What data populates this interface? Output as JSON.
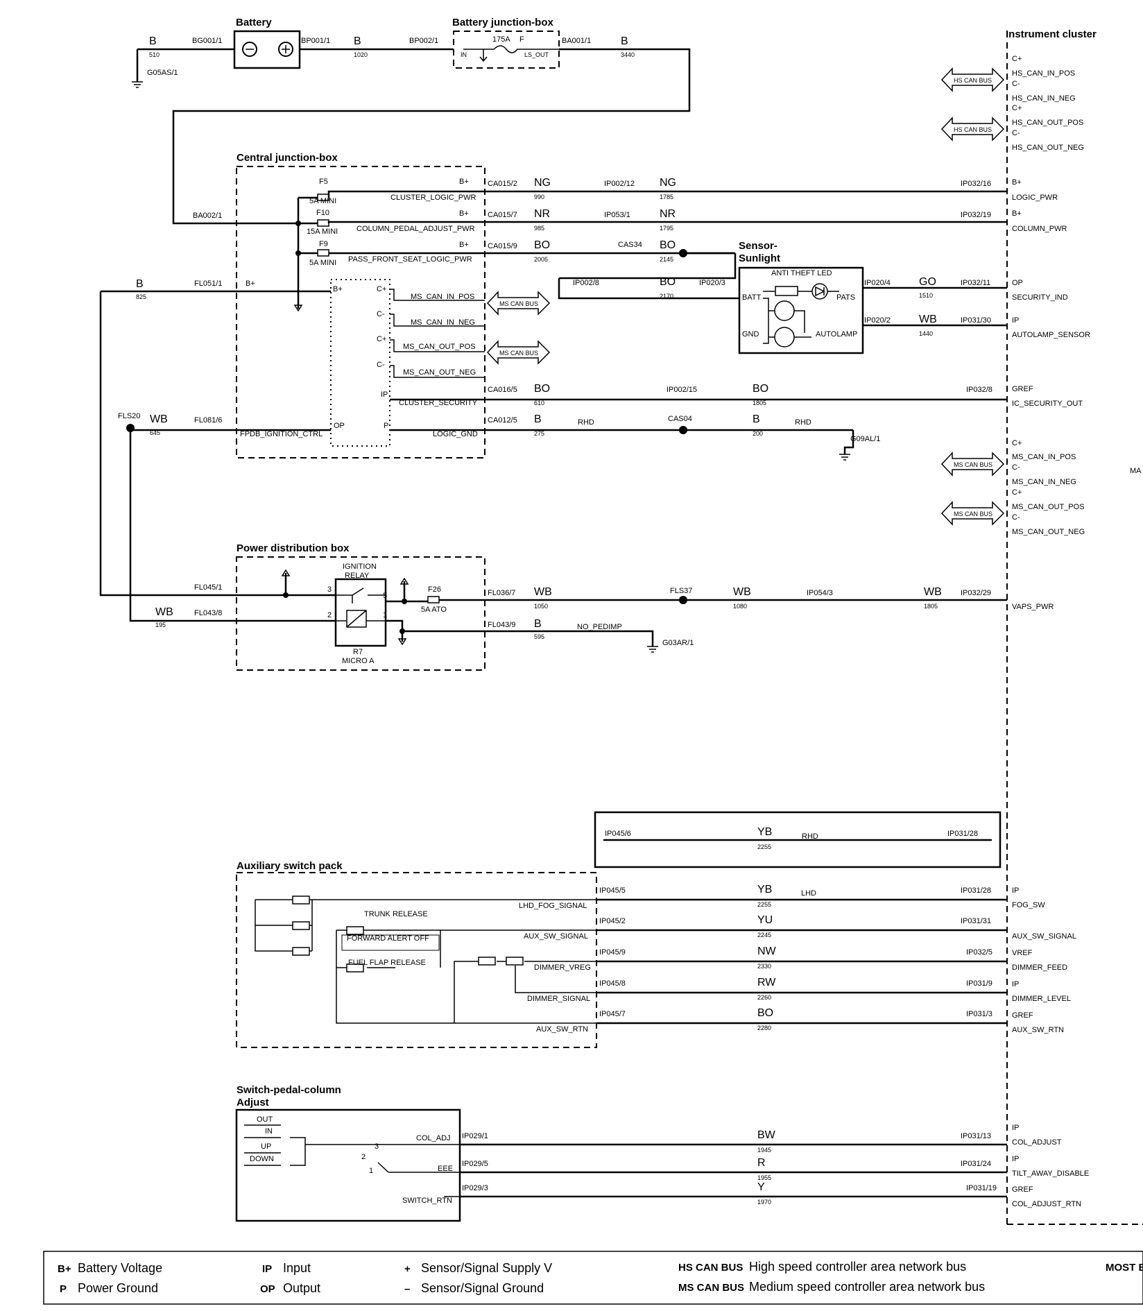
{
  "titles": {
    "battery": "Battery",
    "battery_jb": "Battery junction-box",
    "instrument_cluster": "Instrument cluster",
    "central_jb": "Central junction-box",
    "sensor_sunlight": "Sensor-",
    "sensor_sunlight_2": "Sunlight",
    "power_dist": "Power distribution box",
    "aux_switch": "Auxiliary switch pack",
    "switch_pedal": "Switch-pedal-column",
    "switch_pedal_2": "Adjust"
  },
  "top": {
    "w510_color": "B",
    "w510_num": "510",
    "ground_g05": "G05AS/1",
    "bg001": "BG001/1",
    "bp001": "BP001/1",
    "w1020_color": "B",
    "w1020_num": "1020",
    "bp002": "BP002/1",
    "fuse_175": "175A",
    "fuse_f": "F",
    "jb_in": "IN",
    "jb_out": "LS_OUT",
    "ba001": "BA001/1",
    "w3440_color": "B",
    "w3440_num": "3440",
    "ba002": "BA002/1",
    "fl051": "FL051/1",
    "w825_color": "B",
    "w825_num": "825"
  },
  "cjb": {
    "f5": "F5",
    "f5_rating": "5A MINI",
    "f10": "F10",
    "f10_rating": "15A MINI",
    "f9": "F9",
    "f9_rating": "5A MINI",
    "bplus": "B+",
    "cluster_logic_pwr": "CLUSTER_LOGIC_PWR",
    "column_pedal_adjust_pwr": "COLUMN_PEDAL_ADJUST_PWR",
    "pass_front_seat_logic_pwr": "PASS_FRONT_SEAT_LOGIC_PWR",
    "ms_can_in_pos": "MS_CAN_IN_POS",
    "ms_can_in_neg": "MS_CAN_IN_NEG",
    "ms_can_out_pos": "MS_CAN_OUT_POS",
    "ms_can_out_neg": "MS_CAN_OUT_NEG",
    "cluster_security": "CLUSTER_SECURITY",
    "logic_gnd": "LOGIC_GND",
    "fpdb_ignition_ctrl": "FPDB_IGNITION_CTRL",
    "cplus": "C+",
    "cminus": "C-",
    "ip": "IP",
    "op": "OP",
    "p": "P",
    "fl081": "FL081/6",
    "fls20": "FLS20",
    "w645_color": "WB",
    "w645_num": "645"
  },
  "wires": {
    "ca015_2": "CA015/2",
    "ng": "NG",
    "n990": "990",
    "ip002_12": "IP002/12",
    "n1785": "1785",
    "ip032_16": "IP032/16",
    "ca015_7": "CA015/7",
    "nr": "NR",
    "n985": "985",
    "ip053_1": "IP053/1",
    "n1795": "1795",
    "ip032_19": "IP032/19",
    "ca015_9": "CA015/9",
    "bo": "BO",
    "n2005": "2005",
    "cas34": "CAS34",
    "n2145": "2145",
    "ip002_8": "IP002/8",
    "n2170": "2170",
    "ip020_3": "IP020/3",
    "ip020_4": "IP020/4",
    "go": "GO",
    "n1510": "1510",
    "ip032_11": "IP032/11",
    "ip020_2": "IP020/2",
    "wb": "WB",
    "n1440": "1440",
    "ip031_30": "IP031/30",
    "ca016_5": "CA016/5",
    "n610": "610",
    "ip002_15": "IP002/15",
    "n1805": "1805",
    "ip032_8": "IP032/8",
    "ca012_5": "CA012/5",
    "b": "B",
    "n275": "275",
    "rhd": "RHD",
    "cas04": "CAS04",
    "n200": "200",
    "g09al": "G09AL/1",
    "ms_can_bus": "MS CAN BUS",
    "hs_can_bus": "HS CAN BUS"
  },
  "sensor": {
    "anti_theft_led": "ANTI THEFT LED",
    "batt": "BATT",
    "pats": "PATS",
    "gnd": "GND",
    "autolamp": "AUTOLAMP"
  },
  "pdb": {
    "fl045": "FL045/1",
    "fl043_8": "FL043/8",
    "w195_color": "WB",
    "w195_num": "195",
    "ign_relay": "IGNITION",
    "ign_relay_2": "RELAY",
    "r7": "R7",
    "micro_a": "MICRO A",
    "pin3": "3",
    "pin2": "2",
    "pin5": "5",
    "pin1": "1",
    "f26": "F26",
    "f26_rating": "5A ATO",
    "fl036": "FL036/7",
    "n1050": "1050",
    "fls37": "FLS37",
    "n1080": "1080",
    "ip054_3": "IP054/3",
    "n1805b": "1805",
    "ip032_29": "IP032/29",
    "fl043_9": "FL043/9",
    "n595": "595",
    "no_pedimp": "NO_PEDIMP",
    "g03ar": "G03AR/1"
  },
  "cluster": {
    "cplus": "C+",
    "cminus": "C-",
    "bplus": "B+",
    "op": "OP",
    "ip": "IP",
    "gref": "GREF",
    "vref": "VREF",
    "hs_can_in_pos": "HS_CAN_IN_POS",
    "hs_can_in_neg": "HS_CAN_IN_NEG",
    "hs_can_out_pos": "HS_CAN_OUT_POS",
    "hs_can_out_neg": "HS_CAN_OUT_NEG",
    "logic_pwr": "LOGIC_PWR",
    "column_pwr": "COLUMN_PWR",
    "security_ind": "SECURITY_IND",
    "autolamp_sensor": "AUTOLAMP_SENSOR",
    "ic_security_out": "IC_SECURITY_OUT",
    "ms_can_in_pos": "MS_CAN_IN_POS",
    "ms_can_in_neg": "MS_CAN_IN_NEG",
    "ms_can_out_pos": "MS_CAN_OUT_POS",
    "ms_can_out_neg": "MS_CAN_OUT_NEG",
    "vaps_pwr": "VAPS_PWR",
    "fog_sw": "FOG_SW",
    "aux_sw_signal": "AUX_SW_SIGNAL",
    "dimmer_feed": "DIMMER_FEED",
    "dimmer_level": "DIMMER_LEVEL",
    "aux_sw_rtn": "AUX_SW_RTN",
    "col_adjust": "COL_ADJUST",
    "tilt_away_disable": "TILT_AWAY_DISABLE",
    "col_adjust_rtn": "COL_ADJUST_RTN",
    "ma": "MA"
  },
  "aux": {
    "ip045_6": "IP045/6",
    "yb": "YB",
    "n2255": "2255",
    "rhd": "RHD",
    "ip031_28": "IP031/28",
    "ip045_5": "IP045/5",
    "lhd": "LHD",
    "lhd_fog_signal": "LHD_FOG_SIGNAL",
    "ip045_2": "IP045/2",
    "yu": "YU",
    "n2245": "2245",
    "ip031_31": "IP031/31",
    "aux_sw_signal": "AUX_SW_SIGNAL",
    "ip045_9": "IP045/9",
    "nw": "NW",
    "n2330": "2330",
    "ip032_5": "IP032/5",
    "dimmer_vreg": "DIMMER_VREG",
    "ip045_8": "IP045/8",
    "rw": "RW",
    "n2260": "2260",
    "ip031_9": "IP031/9",
    "dimmer_signal": "DIMMER_SIGNAL",
    "ip045_7": "IP045/7",
    "bo": "BO",
    "n2280": "2280",
    "ip031_3": "IP031/3",
    "aux_sw_rtn": "AUX_SW_RTN",
    "trunk_release": "TRUNK RELEASE",
    "forward_alert_off": "FORWARD ALERT OFF",
    "fuel_flap_release": "FUEL FLAP RELEASE"
  },
  "spc": {
    "out": "OUT",
    "in": "IN",
    "up": "UP",
    "down": "DOWN",
    "n3": "3",
    "n2": "2",
    "n1": "1",
    "col_adj": "COL_ADJ",
    "eee": "EEE",
    "switch_rtn": "SWITCH_RTN",
    "ip029_1": "IP029/1",
    "bw": "BW",
    "n1945": "1945",
    "ip031_13": "IP031/13",
    "ip029_5": "IP029/5",
    "r": "R",
    "n1955": "1955",
    "ip031_24": "IP031/24",
    "ip029_3": "IP029/3",
    "y": "Y",
    "n1970": "1970",
    "ip031_19": "IP031/19"
  },
  "legend": {
    "bplus_key": "B+",
    "bplus_text": "Battery Voltage",
    "p_key": "P",
    "p_text": "Power Ground",
    "ip_key": "IP",
    "ip_text": "Input",
    "op_key": "OP",
    "op_text": "Output",
    "plus_key": "+",
    "plus_text": "Sensor/Signal Supply V",
    "minus_key": "–",
    "minus_text": "Sensor/Signal Ground",
    "hs_key": "HS CAN BUS",
    "hs_text": "High speed controller area network bus",
    "ms_key": "MS CAN BUS",
    "ms_text": "Medium speed controller area network bus",
    "most_key": "MOST B"
  }
}
